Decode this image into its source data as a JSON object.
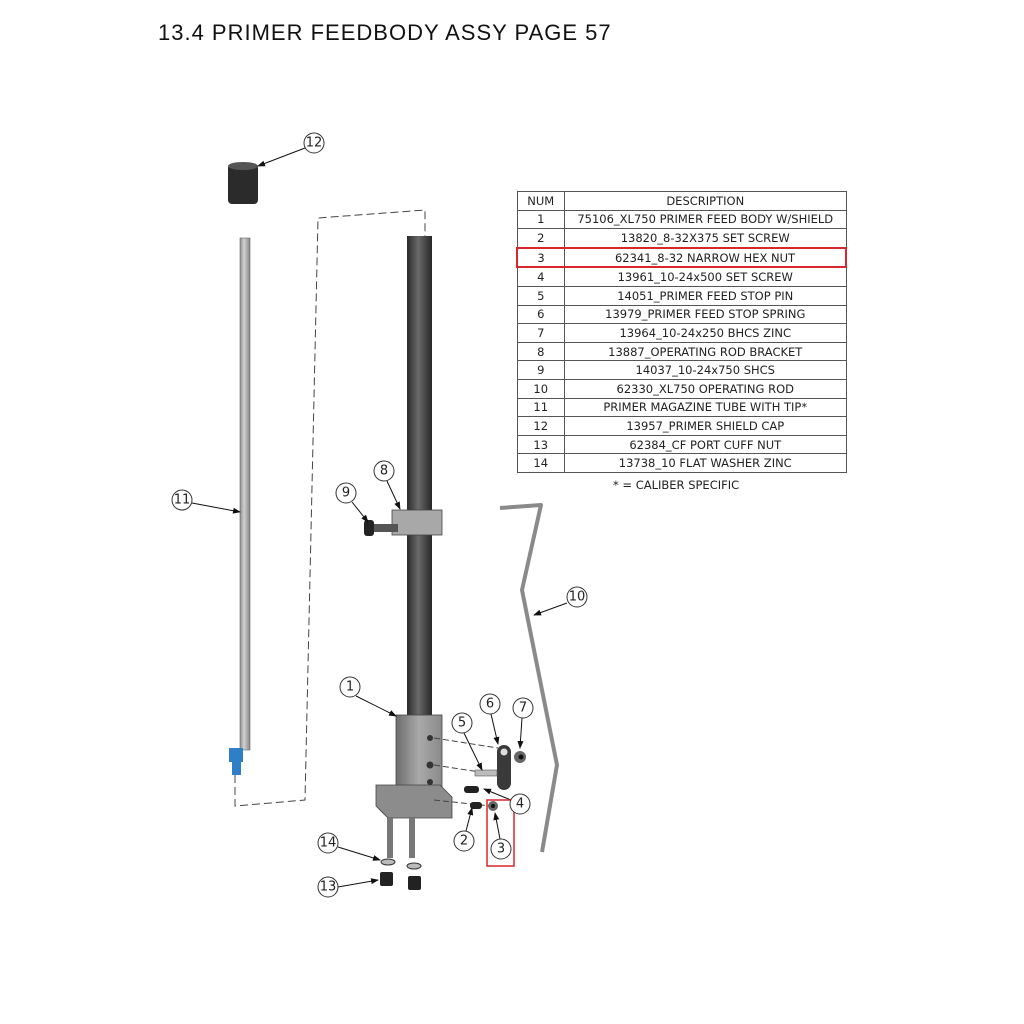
{
  "title": "13.4 PRIMER FEEDBODY ASSY PAGE 57",
  "bom": {
    "headers": {
      "num": "NUM",
      "desc": "DESCRIPTION"
    },
    "rows": [
      {
        "num": "1",
        "desc": "75106_XL750 PRIMER FEED BODY W/SHIELD"
      },
      {
        "num": "2",
        "desc": "13820_8-32X375 SET SCREW"
      },
      {
        "num": "3",
        "desc": "62341_8-32 NARROW HEX NUT"
      },
      {
        "num": "4",
        "desc": "13961_10-24x500 SET SCREW"
      },
      {
        "num": "5",
        "desc": "14051_PRIMER FEED STOP PIN"
      },
      {
        "num": "6",
        "desc": "13979_PRIMER FEED STOP SPRING"
      },
      {
        "num": "7",
        "desc": "13964_10-24x250 BHCS ZINC"
      },
      {
        "num": "8",
        "desc": "13887_OPERATING ROD BRACKET"
      },
      {
        "num": "9",
        "desc": "14037_10-24x750 SHCS"
      },
      {
        "num": "10",
        "desc": "62330_XL750 OPERATING ROD"
      },
      {
        "num": "11",
        "desc": "PRIMER MAGAZINE TUBE WITH TIP*"
      },
      {
        "num": "12",
        "desc": "13957_PRIMER SHIELD CAP"
      },
      {
        "num": "13",
        "desc": "62384_CF PORT CUFF NUT"
      },
      {
        "num": "14",
        "desc": "13738_10 FLAT WASHER ZINC"
      }
    ],
    "highlighted_row": "3",
    "note": "* = CALIBER SPECIFIC"
  },
  "balloons": {
    "b1": "1",
    "b2": "2",
    "b3": "3",
    "b4": "4",
    "b5": "5",
    "b6": "6",
    "b7": "7",
    "b8": "8",
    "b9": "9",
    "b10": "10",
    "b11": "11",
    "b12": "12",
    "b13": "13",
    "b14": "14"
  },
  "colors": {
    "highlight": "#d9262c",
    "tip": "#2f7fc8"
  }
}
